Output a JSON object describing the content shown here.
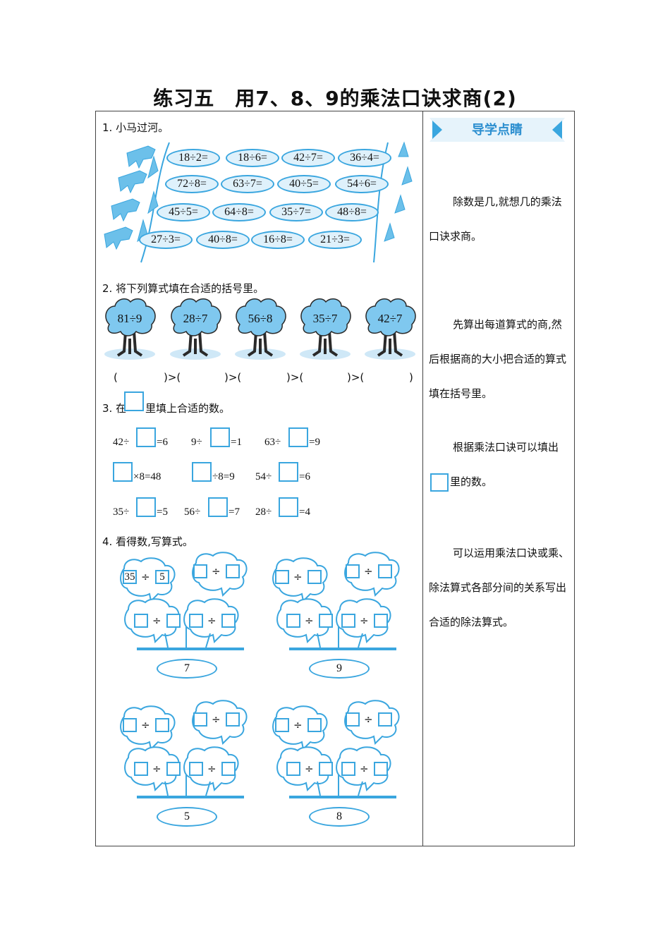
{
  "title": "练习五　用7、8、9的乘法口诀求商(2)",
  "q1": {
    "label": "1. 小马过河。",
    "rows": [
      [
        "18÷2=",
        "18÷6=",
        "42÷7=",
        "36÷4="
      ],
      [
        "72÷8=",
        "63÷7=",
        "40÷5=",
        "54÷6="
      ],
      [
        "45÷5=",
        "64÷8=",
        "35÷7=",
        "48÷8="
      ],
      [
        "27÷3=",
        "40÷8=",
        "16÷8=",
        "21÷3="
      ]
    ]
  },
  "q2": {
    "label": "2. 将下列算式填在合适的括号里。",
    "trees": [
      "81÷9",
      "28÷7",
      "56÷8",
      "35÷7",
      "42÷7"
    ],
    "paren_open": "(",
    "paren_gt": ")>(",
    "paren_close": ")"
  },
  "q3": {
    "label_pre": "3. 在",
    "label_post": "里填上合适的数。",
    "row1": [
      [
        "42÷",
        "=6"
      ],
      [
        "9÷",
        "=1"
      ],
      [
        "63÷",
        "=9"
      ]
    ],
    "row2": [
      [
        "",
        "×8=48"
      ],
      [
        "",
        "÷8=9"
      ],
      [
        "54÷",
        "=6"
      ]
    ],
    "row3": [
      [
        "35÷",
        "=5"
      ],
      [
        "56÷",
        "=7"
      ],
      [
        "28÷",
        "=4"
      ]
    ]
  },
  "q4": {
    "label": "4. 看得数,写算式。",
    "example_a": "35",
    "example_b": "5",
    "div": "÷",
    "results": [
      "7",
      "9",
      "5",
      "8"
    ]
  },
  "side": {
    "banner": "导学点睛",
    "tip1": "除数是几,就想几的乘法口诀求商。",
    "tip2": "先算出每道算式的商,然后根据商的大小把合适的算式填在括号里。",
    "tip3_pre": "根据乘法口诀可以填出",
    "tip3_post": "里的数。",
    "tip4": "可以运用乘法口诀或乘、除法算式各部分间的关系写出合适的除法算式。"
  },
  "colors": {
    "accent": "#3aa6df",
    "light": "#dff1fb",
    "banner": "#2d8fd0"
  }
}
